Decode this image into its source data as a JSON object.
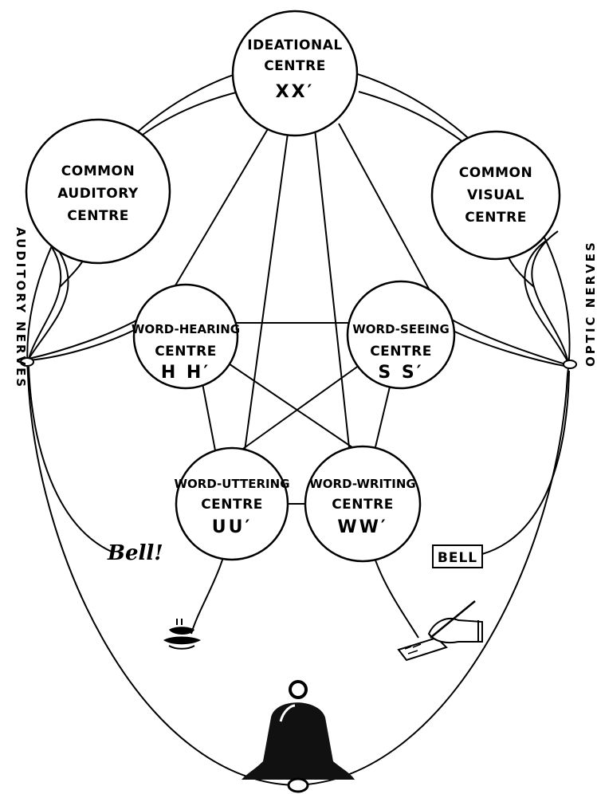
{
  "nodes": {
    "ideational": {
      "line1": "IDEATIONAL",
      "line2": "CENTRE",
      "code": "XX′"
    },
    "auditory": {
      "line1": "COMMON",
      "line2": "AUDITORY",
      "line3": "CENTRE"
    },
    "visual": {
      "line1": "COMMON",
      "line2": "VISUAL",
      "line3": "CENTRE"
    },
    "hearing": {
      "line1": "WORD-HEARING",
      "line2": "CENTRE",
      "code": "H H′"
    },
    "seeing": {
      "line1": "WORD-SEEING",
      "line2": "CENTRE",
      "code": "S S′"
    },
    "uttering": {
      "line1": "WORD-UTTERING",
      "line2": "CENTRE",
      "code": "UU′"
    },
    "writing": {
      "line1": "WORD-WRITING",
      "line2": "CENTRE",
      "code": "WW′"
    }
  },
  "labels": {
    "auditory_nerves": "AUDITORY NERVES",
    "optic_nerves": "OPTIC NERVES",
    "spoken_word": "Bell!",
    "written_word": "BELL"
  }
}
